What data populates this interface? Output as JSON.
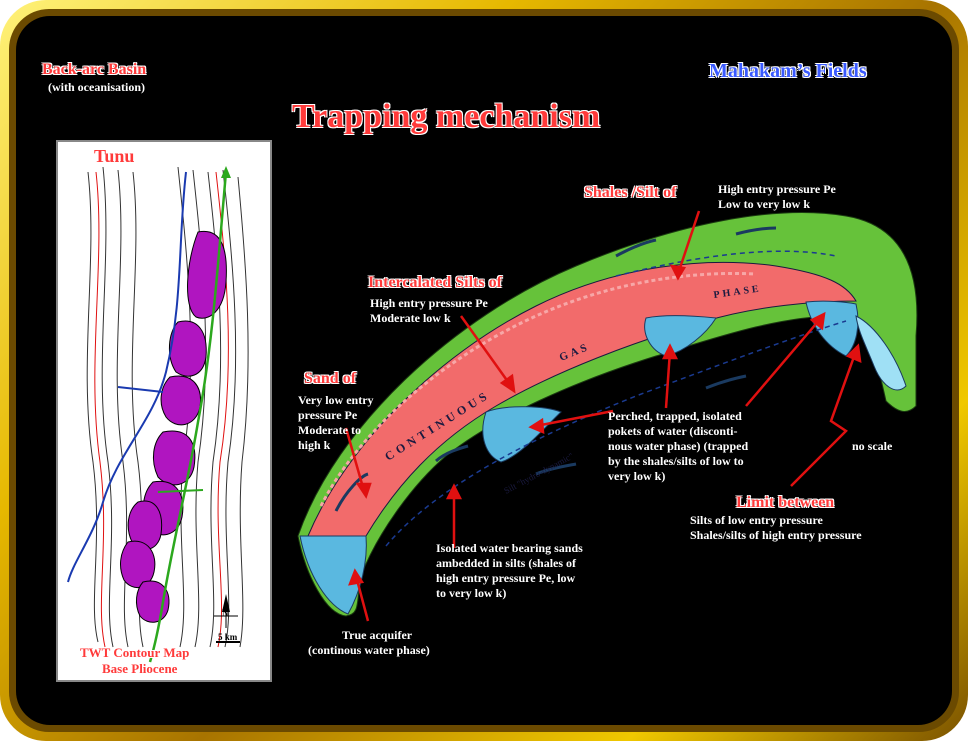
{
  "header": {
    "basin_title": "Back-arc Basin",
    "basin_subtitle": "(with oceanisation)",
    "fields_title": "Mahakam’s Fields",
    "main_title": "Trapping mechanism"
  },
  "map": {
    "field_name": "Tunu",
    "caption_line1": "TWT Contour Map",
    "caption_line2": "Base Pliocene",
    "scale_label": "5 km",
    "north_label": "N"
  },
  "cross_section": {
    "inner_labels": {
      "continuous": "CONTINUOUS",
      "gas": "GAS",
      "phase": "PHASE",
      "silt": "Silt \"hydro-dynamic\""
    }
  },
  "annotations": {
    "shales_title": "Shales /Silt of",
    "shales_line1": "High entry pressure Pe",
    "shales_line2": "Low to very low k",
    "silts_title": "Intercalated Silts of",
    "silts_line1": "High entry pressure Pe",
    "silts_line2": "Moderate low k",
    "sand_title": "Sand of",
    "sand_line1": "Very low entry",
    "sand_line2": "pressure Pe",
    "sand_line3": "Moderate to",
    "sand_line4": "high k",
    "perched_line1": "Perched, trapped, isolated",
    "perched_line2": "pokets of water (disconti-",
    "perched_line3": "nous water phase) (trapped",
    "perched_line4": "by the shales/silts of low to",
    "perched_line5": "very low k)",
    "no_scale": "no scale",
    "limit_title": "Limit between",
    "limit_line1": "Silts of low entry pressure",
    "limit_line2": "Shales/silts of high entry pressure",
    "isolated_line1": "Isolated water bearing sands",
    "isolated_line2": "ambedded in silts (shales of",
    "isolated_line3": "high entry pressure Pe, low",
    "isolated_line4": "to very low k)",
    "aquifer_line1": "True acquifer",
    "aquifer_line2": "(continous water phase)"
  },
  "colors": {
    "shale_green": "#66c23a",
    "gas_red": "#f26b6b",
    "water_blue": "#5ab8e0",
    "label_red": "#ff3a3a",
    "title_blue": "#3a5aff",
    "map_purple": "#b015c0"
  }
}
